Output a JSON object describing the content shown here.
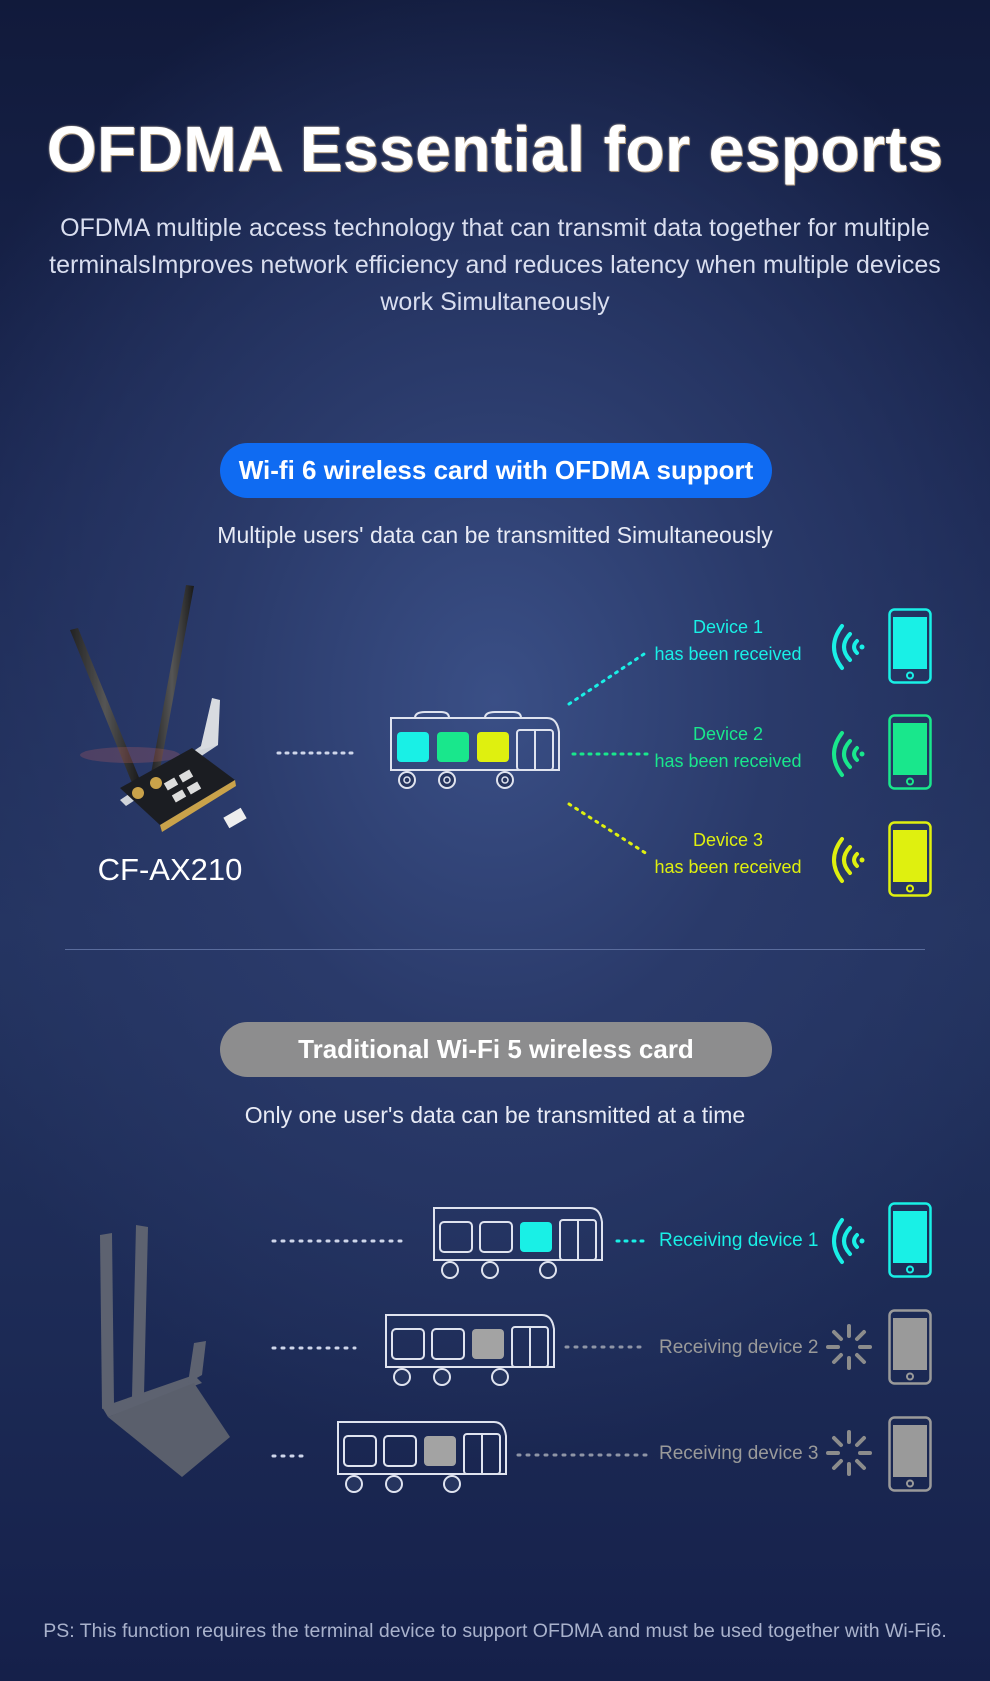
{
  "header": {
    "title": "OFDMA Essential for esports",
    "subtitle": "OFDMA multiple access technology that can transmit data together for multiple terminalsImproves network efficiency and reduces latency when multiple devices work Simultaneously"
  },
  "ofdma_section": {
    "pill": "Wi-fi 6 wireless card with OFDMA support",
    "caption": "Multiple users' data can be transmitted Simultaneously",
    "card_model": "CF-AX210",
    "devices": [
      {
        "line1": "Device 1",
        "line2": "has been received",
        "color": "#19f0e6"
      },
      {
        "line1": "Device 2",
        "line2": "has been received",
        "color": "#19e78c"
      },
      {
        "line1": "Device 3",
        "line2": "has been received",
        "color": "#dff00f"
      }
    ]
  },
  "traditional_section": {
    "pill": "Traditional Wi-Fi 5 wireless card",
    "caption": "Only one user's data can be transmitted at a time",
    "devices": [
      {
        "label": "Receiving device 1",
        "color": "#19f0e6",
        "state": "receiving"
      },
      {
        "label": "Receiving device 2",
        "color": "#9a9a9a",
        "state": "waiting"
      },
      {
        "label": "Receiving device 3",
        "color": "#9a9a9a",
        "state": "waiting"
      }
    ]
  },
  "footnote": "PS: This function requires the terminal device to support OFDMA and must be used together with Wi-Fi6.",
  "colors": {
    "accent_blue": "#0f6bf2",
    "gray_pill": "#8d8d8e",
    "cyan": "#19f0e6",
    "green": "#19e78c",
    "yellow": "#dff00f"
  },
  "icons": [
    "wifi-card-icon",
    "bus-icon",
    "signal-waves-icon",
    "smartphone-icon",
    "loading-spinner-icon"
  ]
}
